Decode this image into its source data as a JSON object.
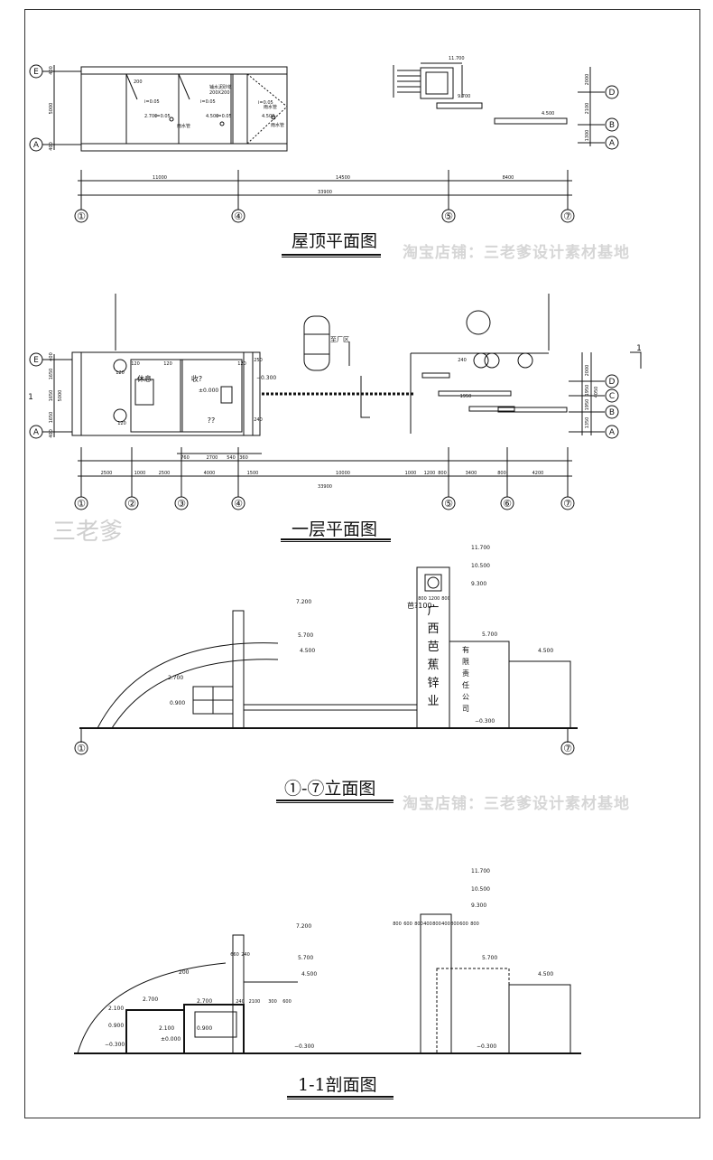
{
  "titles": {
    "roof_plan": "屋顶平面图",
    "ground_floor_plan": "一层平面图",
    "elevation": "①-⑦立面图",
    "section": "1-1剖面图"
  },
  "watermarks": {
    "shop": "淘宝店铺：三老爹设计素材基地",
    "brand": "三老爹"
  },
  "roof_plan": {
    "axes_v": [
      "E",
      "A"
    ],
    "axes_h": [
      "①",
      "④",
      "⑤",
      "⑦"
    ],
    "axes_right": [
      "D",
      "B",
      "A"
    ],
    "dims_side": [
      "400",
      "5000",
      "400"
    ],
    "dims_top": [
      "11000",
      "14500",
      "8400"
    ],
    "dim_total": "33900",
    "dims_right": [
      "2000",
      "2100",
      "1300"
    ],
    "labels": [
      "200",
      "i=0.05",
      "2.700",
      "i=0.05",
      "4.500",
      "i=0.05",
      "4.500",
      "i=0.05",
      "i=0.05",
      "雨水管",
      "雨水管",
      "雨水管",
      "11.700",
      "9.700",
      "4.500"
    ],
    "note": "铺水泥砂浆\n200X200"
  },
  "ground_plan": {
    "axes_v": [
      "E",
      "A"
    ],
    "axes_h": [
      "①",
      "②",
      "③",
      "④",
      "⑤",
      "⑥",
      "⑦"
    ],
    "axes_right": [
      "D",
      "C",
      "B",
      "A"
    ],
    "section_mark": "1",
    "dims_side": [
      "400",
      "1650",
      "1650",
      "1650",
      "400"
    ],
    "dims_side_total": "5000",
    "dims_bottom_1": [
      "760",
      "2700",
      "540",
      "360"
    ],
    "dims_bottom_2": [
      "2500",
      "1000",
      "2500",
      "4000",
      "1500",
      "10000",
      "1000",
      "1200",
      "800",
      "3400",
      "800",
      "4200"
    ],
    "dim_total": "33900",
    "dims_right": [
      "2000",
      "1950",
      "1950",
      "1350"
    ],
    "dims_right_total": "4050",
    "rooms": [
      "休息",
      "收?",
      "??"
    ],
    "levels": [
      "±0.000",
      "−0.300"
    ],
    "small": [
      "120",
      "120",
      "120",
      "120",
      "120",
      "250",
      "240",
      "240",
      "1950"
    ],
    "road_label": "至厂区"
  },
  "elevation": {
    "axes": [
      "①",
      "⑦"
    ],
    "levels": [
      "7.200",
      "5.700",
      "4.500",
      "2.700",
      "0.900",
      "11.700",
      "10.500",
      "9.300",
      "5.700",
      "4.500",
      "−0.300"
    ],
    "sign_main": [
      "广",
      "西",
      "芭",
      "蕉",
      "锌",
      "业"
    ],
    "sign_sub": [
      "有",
      "限",
      "责",
      "任",
      "公",
      "司"
    ],
    "sign_note": "芭?100",
    "dims": [
      "800",
      "1200",
      "800"
    ]
  },
  "section": {
    "levels_left": [
      "7.200",
      "5.700",
      "4.500",
      "2.700",
      "2.700",
      "2.100",
      "0.900",
      "2.100",
      "0.900",
      "±0.000",
      "−0.300",
      "−0.300",
      "200"
    ],
    "levels_right": [
      "11.700",
      "10.500",
      "9.300",
      "5.700",
      "4.500",
      "−0.300"
    ],
    "dims": [
      "660",
      "240",
      "240",
      "2100",
      "300",
      "600",
      "800",
      "600",
      "800",
      "400",
      "800",
      "400",
      "800",
      "600",
      "800"
    ]
  }
}
